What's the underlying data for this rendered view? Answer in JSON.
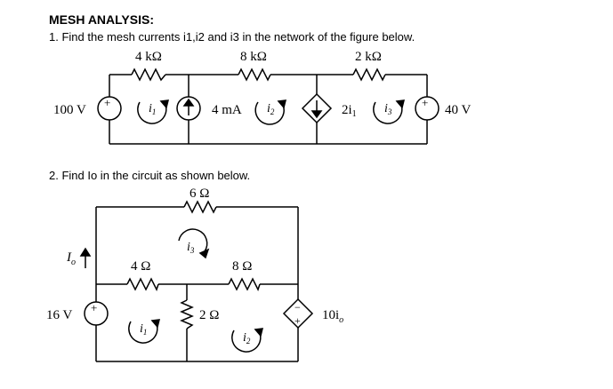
{
  "header": {
    "title": "MESH ANALYSIS:"
  },
  "questions": [
    {
      "text": "1. Find the mesh currents i1,i2 and i3 in the network of the figure below."
    },
    {
      "text": "2. Find Io in the circuit as shown below."
    }
  ],
  "circuit1": {
    "r1": "4 kΩ",
    "r2": "8 kΩ",
    "r3": "2 kΩ",
    "v_left": "100 V",
    "current_source": "4 mA",
    "dep_source": "2i",
    "dep_sub": "1",
    "v_right": "40 V",
    "mesh_labels": [
      "i",
      "i",
      "i"
    ],
    "mesh_subs": [
      "1",
      "2",
      "3"
    ],
    "plus": "+"
  },
  "circuit2": {
    "r_top": "6 Ω",
    "r_left": "4 Ω",
    "r_right": "8 Ω",
    "r_mid": "2 Ω",
    "v_left": "16 V",
    "io_label": "I",
    "io_sub": "o",
    "dep_label": "10i",
    "dep_sub": "o",
    "mesh_labels": [
      "i",
      "i",
      "i"
    ],
    "mesh_subs": [
      "1",
      "2",
      "3"
    ],
    "plus": "+",
    "minus": "−"
  }
}
